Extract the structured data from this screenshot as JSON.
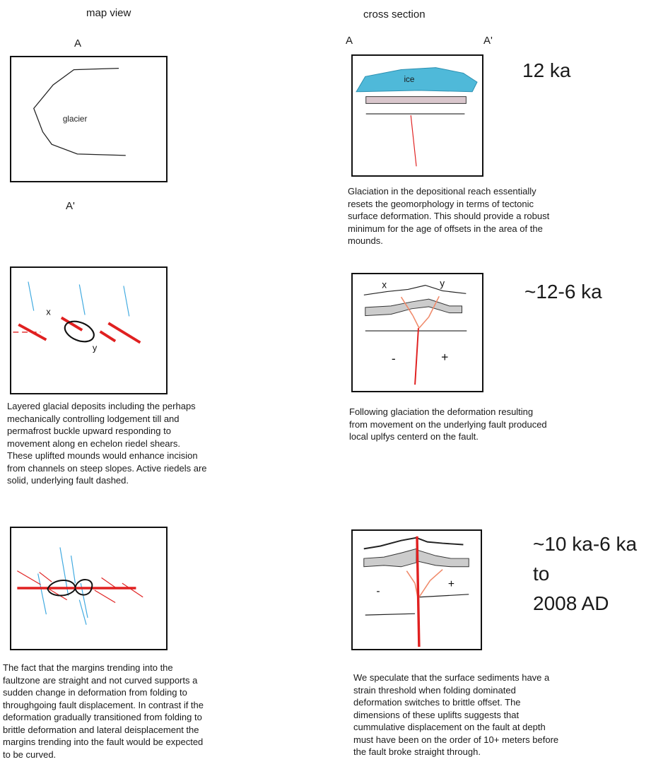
{
  "headers": {
    "map_view": "map view",
    "cross_section": "cross section"
  },
  "labels": {
    "map_a": "A",
    "map_a_prime": "A'",
    "cs_a": "A",
    "cs_a_prime": "A'",
    "glacier": "glacier",
    "ice": "ice",
    "x": "x",
    "y": "y",
    "minus": "-",
    "plus": "+"
  },
  "ages": {
    "row1": "12 ka",
    "row2": "~12-6 ka",
    "row3_line1": "~10 ka-6 ka",
    "row3_line2": "to",
    "row3_line3": "2008 AD"
  },
  "captions": {
    "row1_cross": "Glaciation in the depositional reach essentially\nresets the geomorphology in terms of tectonic\nsurface deformation. This should provide a robust\nminimum for the age of offsets in the area of the\nmounds.",
    "row2_map": "Layered glacial deposits including the perhaps\nmechanically controlling lodgement  till and\npermafrost buckle upward responding to\nmovement along  en echelon riedel shears.\nThese uplifted mounds would enhance incision\nfrom channels on steep slopes.  Active riedels are\nsolid, underlying fault dashed.",
    "row2_cross": "Following glaciation the deformation resulting\nfrom movement on the underlying fault produced\nlocal uplfys centerd on the fault.",
    "row3_map": "The fact that the margins trending into the\nfaultzone are straight and not curved supports a\nsudden change in deformation from folding to\nthroughgoing fault displacement. In contrast if the\ndeformation gradually transitioned from folding to\nbrittle deformation and lateral  deisplacement the\nmargins trending into the fault would be expected\nto be curved.",
    "row3_cross": "We speculate that the surface sediments have a\nstrain threshold when folding dominated\ndeformation switches to  brittle offset.  The\ndimensions of these uplifts suggests that\ncummulative displacement on the fault at depth\nmust have been on the order of 10+ meters before\nthe fault broke straight  through."
  },
  "colors": {
    "ice": "#4fb9d9",
    "fault": "#e02020",
    "riedel_blue": "#3fa9e0",
    "layer_gray": "#cccccc",
    "layer_pink": "#d9c6cc",
    "fold_orange": "#f08a6a"
  }
}
